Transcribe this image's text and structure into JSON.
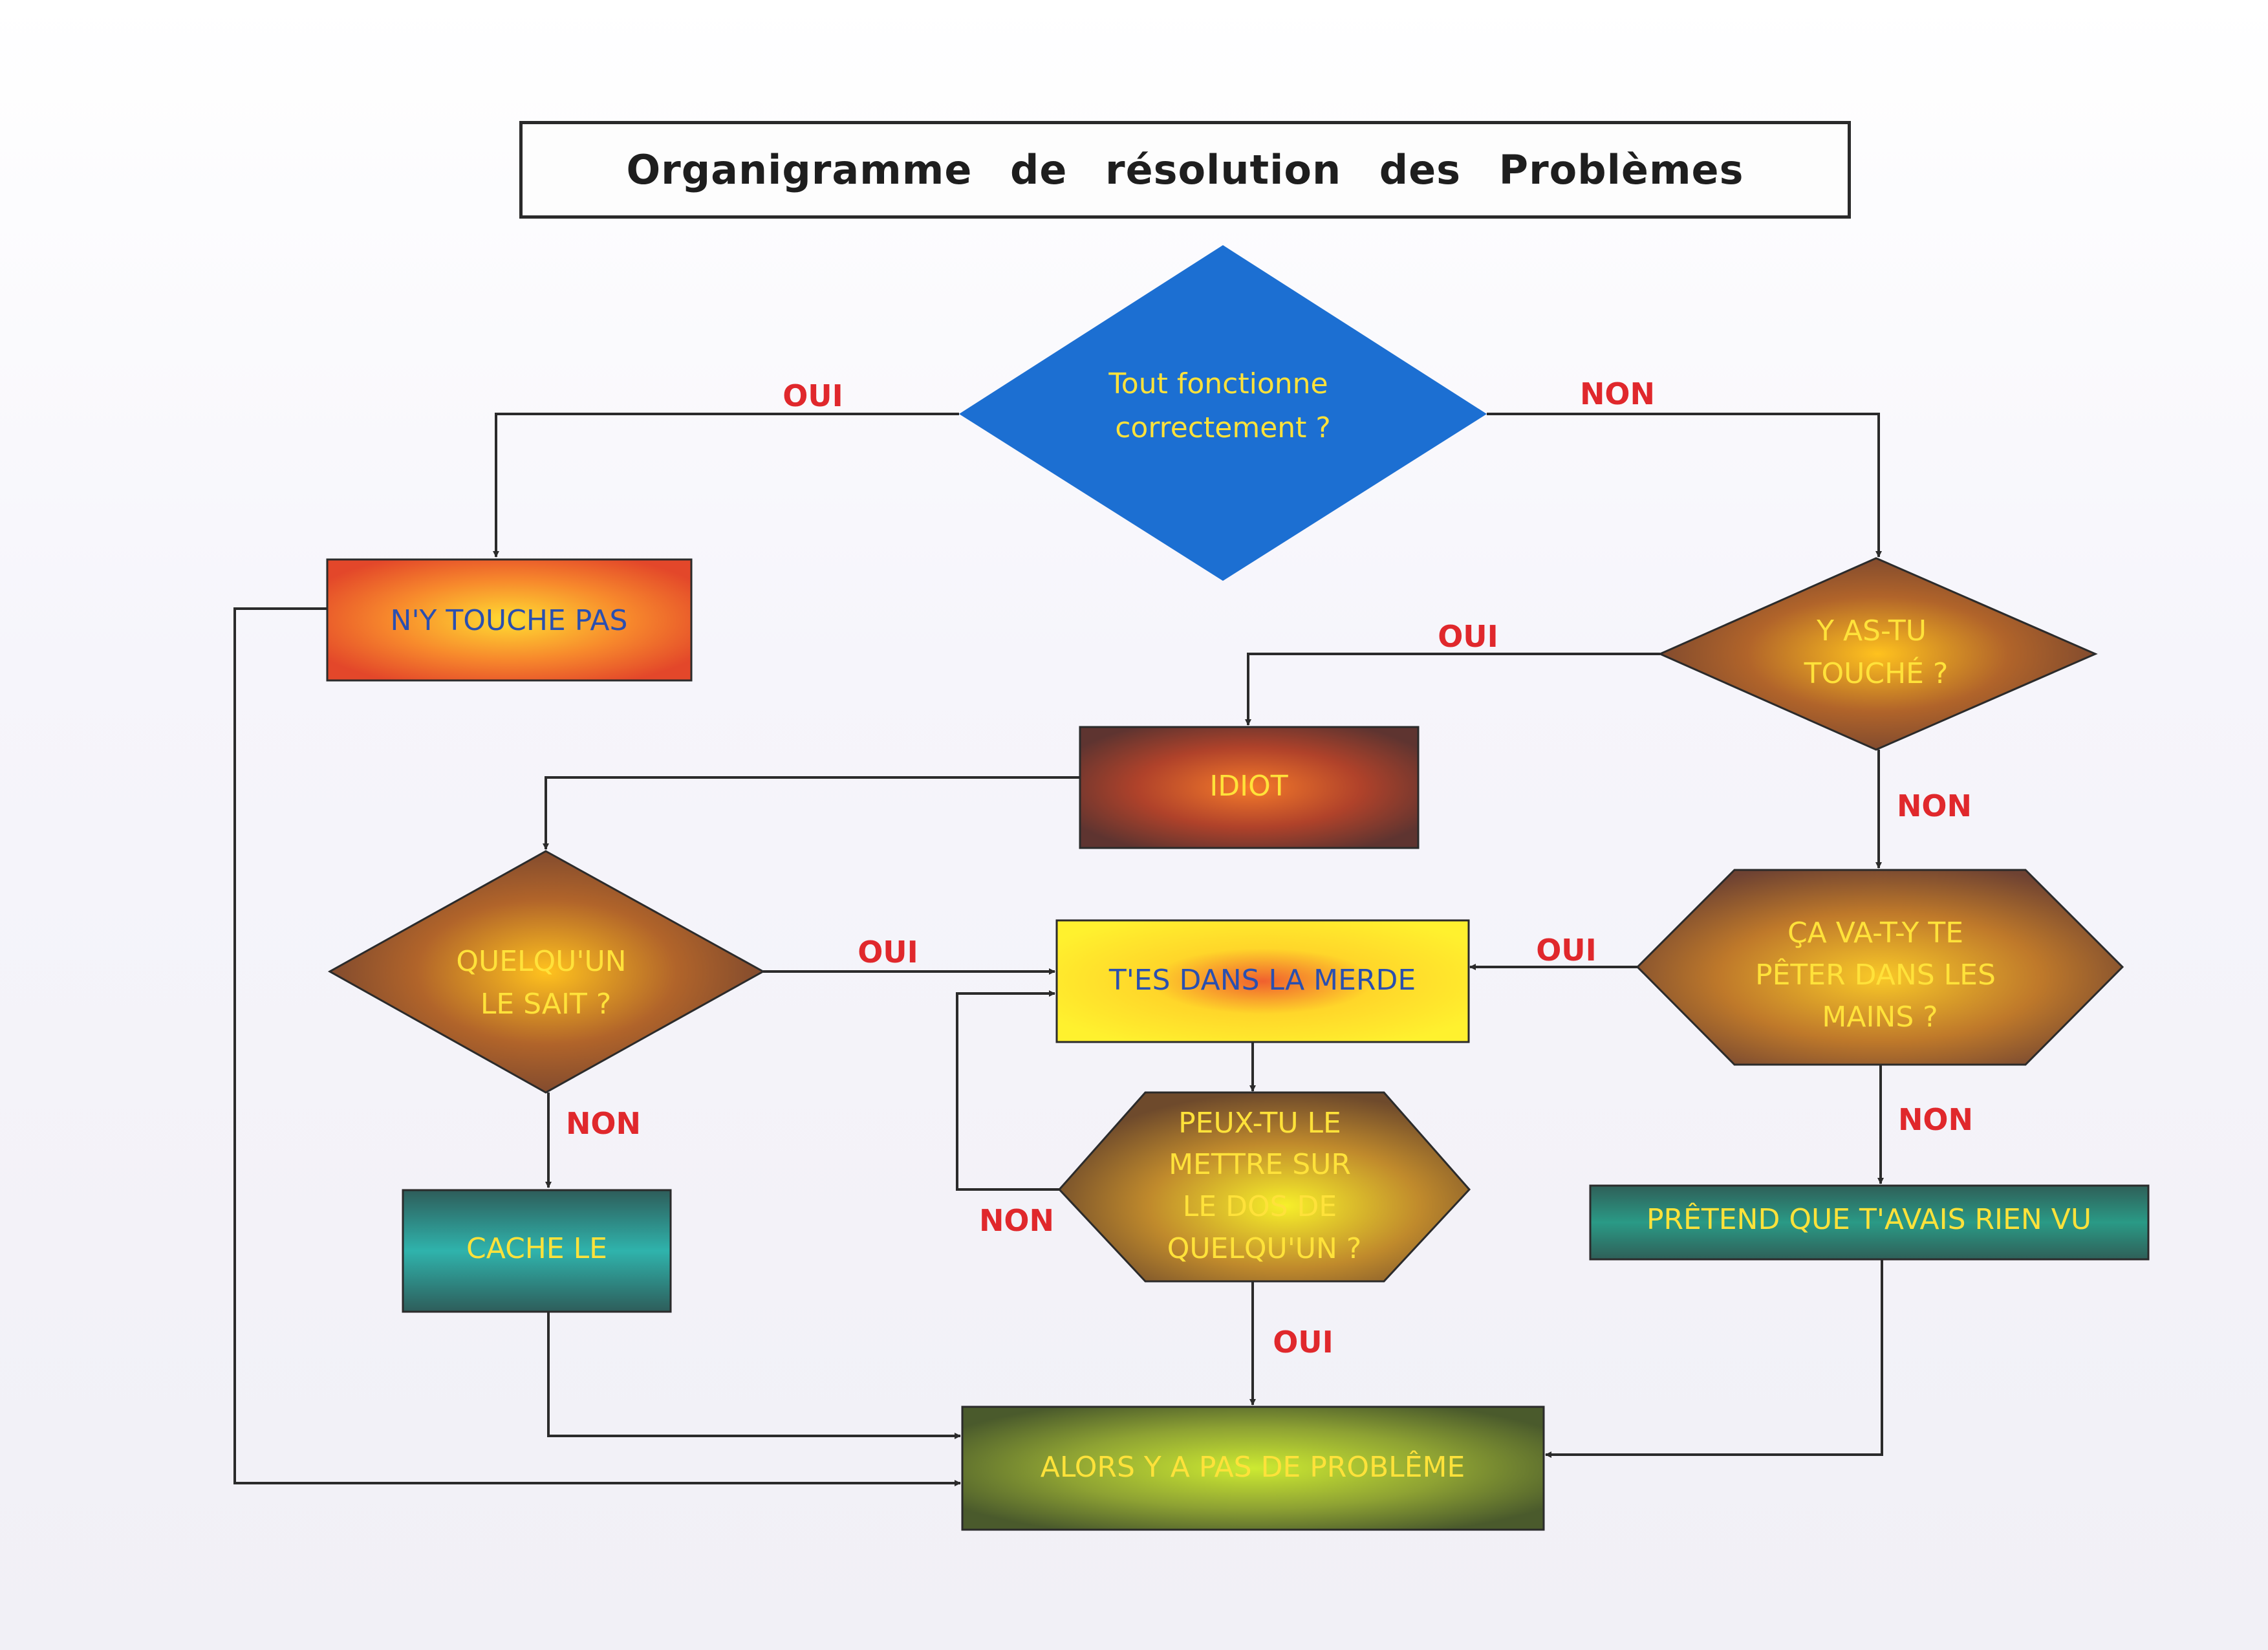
{
  "title": "Organigramme de résolution des Problèmes",
  "nodes": {
    "start": [
      "Tout fonctionne",
      "correctement ?"
    ],
    "dont_touch": [
      "N'Y TOUCHE PAS"
    ],
    "touched": [
      "Y AS-TU",
      "TOUCHÉ ?"
    ],
    "idiot": [
      "IDIOT"
    ],
    "someone_knows": [
      "QUELQU'UN",
      "LE SAIT ?"
    ],
    "in_trouble": [
      "T'ES DANS LA MERDE"
    ],
    "blow_up": [
      "ÇA VA-T-Y TE",
      "PÊTER DANS LES",
      "MAINS ?"
    ],
    "blame": [
      "PEUX-TU LE",
      "METTRE SUR",
      "LE DOS DE",
      "QUELQU'UN ?"
    ],
    "hide": [
      "CACHE LE"
    ],
    "pretend": [
      "PRÊTEND QUE T'AVAIS RIEN VU"
    ],
    "no_problem": [
      "ALORS Y A PAS DE PROBLÊME"
    ]
  },
  "edge_labels": {
    "start_yes": "OUI",
    "start_no": "NON",
    "touched_yes": "OUI",
    "touched_no": "NON",
    "knows_yes": "OUI",
    "knows_no": "NON",
    "blow_yes": "OUI",
    "blow_no": "NON",
    "blame_no": "NON",
    "blame_yes": "OUI"
  },
  "colors": {
    "start_fill": "#1c6fd2",
    "start_text": "#ffe23a",
    "label_red": "#e0282c",
    "arrow": "#2b2b2b"
  }
}
